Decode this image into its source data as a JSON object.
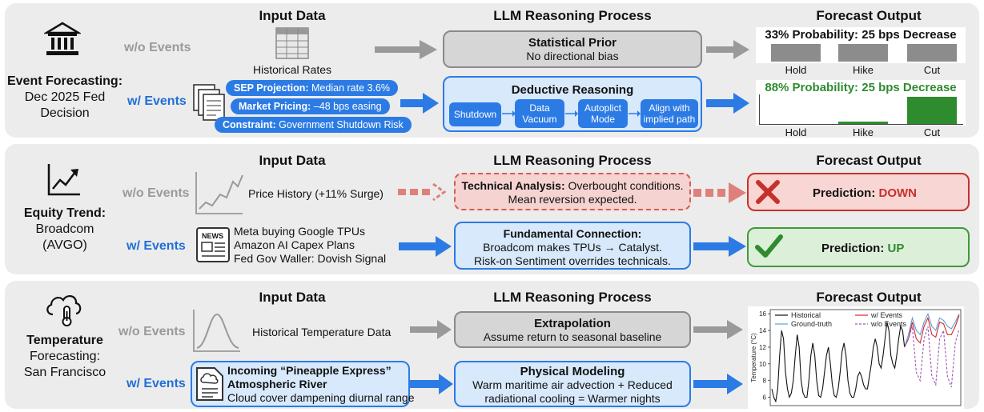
{
  "headers": {
    "input": "Input Data",
    "reasoning": "LLM Reasoning Process",
    "output": "Forecast Output"
  },
  "labels": {
    "wo": "w/o Events",
    "w": "w/ Events"
  },
  "row1": {
    "title_bold": "Event Forecasting:",
    "title_rest": [
      "Dec 2025 Fed",
      "Decision"
    ],
    "wo_input": "Historical Rates",
    "pills": [
      {
        "bold": "SEP Projection:",
        "rest": " Median rate 3.6%"
      },
      {
        "bold": "Market Pricing:",
        "rest": " –48 bps easing"
      },
      {
        "bold": "Constraint:",
        "rest": " Government Shutdown Risk"
      }
    ],
    "wo_reason_title": "Statistical Prior",
    "wo_reason_text": "No directional bias",
    "w_reason_title": "Deductive Reasoning",
    "steps": [
      "Shutdown",
      "Data Vacuum",
      "Autoplict Mode",
      "Align with implied path"
    ],
    "wo_output_title": "33% Probability: 25 bps Decrease",
    "w_output_title": "88% Probability: 25 bps Decrease",
    "bar_categories": [
      "Hold",
      "Hike",
      "Cut"
    ],
    "colors": {
      "accent": "#2c7be5",
      "green": "#2e8b2e",
      "gray_bar": "#8c8c8c"
    }
  },
  "row2": {
    "title_bold": "Equity Trend:",
    "title_rest": [
      "Broadcom",
      "(AVGO)"
    ],
    "wo_input": "Price History (+11% Surge)",
    "w_inputs": [
      "Meta buying Google TPUs",
      "Amazon AI Capex Plans",
      "Fed Gov Waller: Dovish Signal"
    ],
    "news_icon_text": "NEWS",
    "wo_reason_bold": "Technical Analysis:",
    "wo_reason_rest": " Overbought conditions.",
    "wo_reason_line2": "Mean reversion expected.",
    "w_reason_title": "Fundamental Connection:",
    "w_reason_line1": "Broadcom makes TPUs → Catalyst.",
    "w_reason_line2": "Risk-on Sentiment overrides technicals.",
    "pred_prefix": "Prediction: ",
    "pred_wo": "DOWN",
    "pred_w": "UP"
  },
  "row3": {
    "title_bold": "Temperature",
    "title_rest": [
      "Forecasting:",
      "San Francisco"
    ],
    "wo_input": "Historical Temperature Data",
    "w_input_bold1": "Incoming “Pineapple Express”",
    "w_input_bold2": "Atmospheric River",
    "w_input_rest": "Cloud cover dampening diurnal range",
    "wo_reason_title": "Extrapolation",
    "wo_reason_text": "Assume return to seasonal baseline",
    "w_reason_title": "Physical Modeling",
    "w_reason_line1": "Warm maritime air advection + Reduced",
    "w_reason_line2": "radiational cooling = Warmer nights"
  },
  "chart_data": {
    "type": "line",
    "ylabel": "Temperature (°C)",
    "xlabel": "",
    "ylim": [
      5,
      16.5
    ],
    "yticks": [
      6,
      8,
      10,
      12,
      14,
      16
    ],
    "legend": [
      "Historical",
      "w/ Events",
      "Ground-truth",
      "w/o Events"
    ],
    "legend_position": "top",
    "series": [
      {
        "name": "Historical",
        "color": "#111111",
        "x": [
          0,
          2,
          4,
          6,
          8,
          10,
          12,
          14,
          16,
          18,
          20,
          22,
          24,
          26,
          28,
          30,
          32,
          34,
          36,
          38,
          40,
          42,
          44,
          46,
          48,
          50,
          52,
          54,
          56,
          58,
          60,
          62,
          64,
          66,
          68,
          70,
          72,
          74,
          76,
          78,
          80,
          82,
          84,
          86,
          88,
          90,
          92,
          94,
          96,
          98,
          100,
          102,
          104,
          106,
          108,
          110,
          112,
          114,
          116,
          118,
          120,
          122,
          124,
          126,
          128,
          130,
          132,
          134,
          136
        ],
        "values": [
          7,
          6,
          5.5,
          7,
          11,
          14,
          13,
          9,
          7,
          6,
          6.5,
          8,
          11,
          13.5,
          12,
          8,
          6.5,
          6,
          6,
          8,
          11,
          12.5,
          11,
          8,
          6.2,
          6,
          7,
          9,
          11,
          12,
          10,
          7.5,
          6.2,
          6,
          7,
          9,
          11.5,
          12.5,
          11,
          8,
          6.5,
          6,
          6,
          7,
          8.5,
          9,
          8.5,
          7.5,
          7,
          7,
          8.5,
          10,
          12,
          13,
          12,
          10,
          9.5,
          11,
          13,
          15,
          14,
          11,
          10,
          9.5,
          11,
          13,
          14.5,
          14,
          12
        ]
      },
      {
        "name": "Ground-truth",
        "color": "#5aa0d8",
        "x": [
          136,
          140,
          144,
          148,
          152,
          156,
          160,
          164,
          168,
          172,
          176,
          180,
          184,
          188,
          192
        ],
        "values": [
          12,
          13.5,
          15.5,
          14,
          13.5,
          15,
          16,
          14.5,
          14,
          15.5,
          15.2,
          14.5,
          14.2,
          15,
          16
        ]
      },
      {
        "name": "w/ Events",
        "color": "#d62728",
        "x": [
          136,
          140,
          144,
          148,
          152,
          156,
          160,
          164,
          168,
          172,
          176,
          180,
          184,
          188,
          192
        ],
        "values": [
          12,
          13,
          15,
          13,
          12.5,
          14.5,
          15.5,
          13.5,
          13.2,
          15,
          14.8,
          13.5,
          13.5,
          14.5,
          15.8
        ]
      },
      {
        "name": "w/o Events",
        "color": "#9b59b6",
        "x": [
          136,
          140,
          144,
          148,
          152,
          156,
          160,
          164,
          168,
          172,
          176,
          180,
          184,
          188,
          192
        ],
        "values": [
          12,
          13,
          14.5,
          9,
          8,
          13,
          14.5,
          8.5,
          7.5,
          13,
          14,
          8.5,
          7.2,
          12.5,
          14.2
        ]
      }
    ]
  }
}
